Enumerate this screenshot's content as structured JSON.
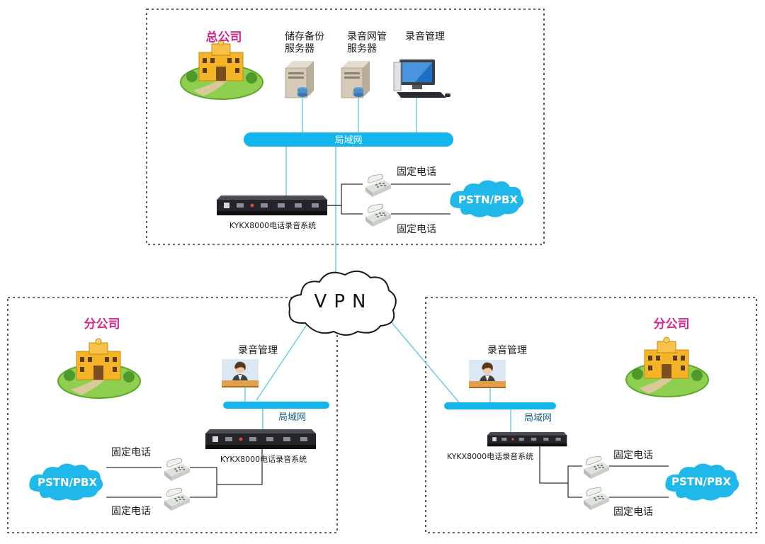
{
  "headquarters": {
    "office_label": "总公司",
    "backup_server": [
      "储存备份",
      "服务器"
    ],
    "nm_server": [
      "录音网管",
      "服务器"
    ],
    "management": "录音管理",
    "lan": "局域网",
    "recorder": "KYKX8000电话录音系统",
    "phone_top": "固定电话",
    "phone_bottom": "固定电话",
    "pstn": "PSTN/PBX"
  },
  "vpn": "VPN",
  "branch_left": {
    "office_label": "分公司",
    "management": "录音管理",
    "lan": "局域网",
    "recorder": "KYKX8000电话录音系统",
    "phone_top": "固定电话",
    "phone_bottom": "固定电话",
    "pstn": "PSTN/PBX"
  },
  "branch_right": {
    "office_label": "分公司",
    "management": "录音管理",
    "lan": "局域网",
    "recorder": "KYKX8000电话录音系统",
    "phone_top": "固定电话",
    "phone_bottom": "固定电话",
    "pstn": "PSTN/PBX"
  },
  "colors": {
    "lan_bar": "#14b4ec",
    "cloud": "#1fb8ea",
    "office_text": "#d6258f",
    "line": "#333333",
    "vpn_line": "#63c7e6"
  }
}
